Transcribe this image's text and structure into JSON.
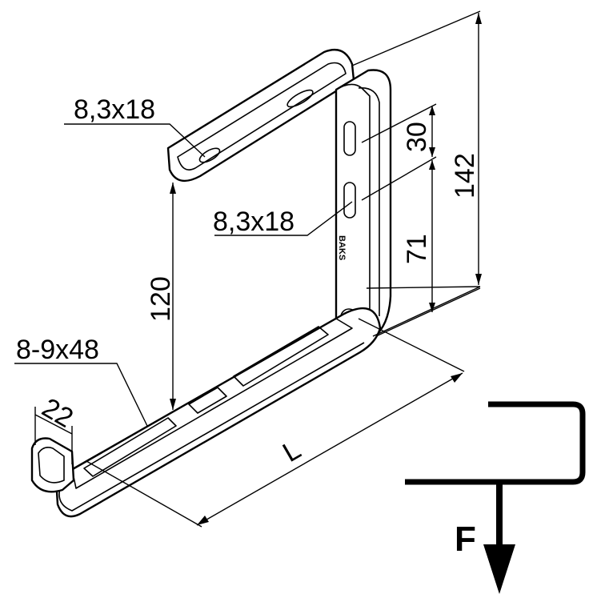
{
  "labels": {
    "slot_top": "8,3x18",
    "slot_side": "8,3x18",
    "height_top": "30",
    "height_mid": "71",
    "height_total": "142",
    "height_arm": "120",
    "slot_bottom": "8-9x48",
    "width_small": "22",
    "length": "L",
    "force": "F"
  },
  "stamp": "BAKS"
}
